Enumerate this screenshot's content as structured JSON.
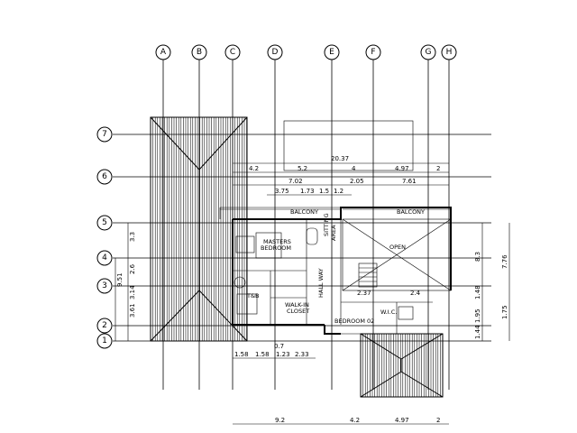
{
  "grid": {
    "columns": [
      {
        "id": "col-a",
        "label": "A"
      },
      {
        "id": "col-b",
        "label": "B"
      },
      {
        "id": "col-c",
        "label": "C"
      },
      {
        "id": "col-d",
        "label": "D"
      },
      {
        "id": "col-e",
        "label": "E"
      },
      {
        "id": "col-f",
        "label": "F"
      },
      {
        "id": "col-g",
        "label": "G"
      },
      {
        "id": "col-h",
        "label": "H"
      }
    ],
    "rows": [
      {
        "id": "row-7",
        "label": "7"
      },
      {
        "id": "row-6",
        "label": "6"
      },
      {
        "id": "row-5",
        "label": "5"
      },
      {
        "id": "row-4",
        "label": "4"
      },
      {
        "id": "row-3",
        "label": "3"
      },
      {
        "id": "row-2",
        "label": "2"
      },
      {
        "id": "row-1",
        "label": "1"
      }
    ]
  },
  "dimensions": {
    "total_top": "20.37",
    "top_row1": [
      "4.2",
      "5.2",
      "4",
      "4.97",
      "2"
    ],
    "top_row2": [
      "7.02",
      "2.05",
      "7.61"
    ],
    "top_row3": [
      "3.75",
      "1.73",
      "1.5",
      "1.2"
    ],
    "bottom_row1": [
      "1.58",
      "1.58",
      "1.23",
      "2.33"
    ],
    "bottom_total": [
      "9.2",
      "4.2",
      "4.97",
      "2"
    ],
    "mid_small": [
      "0.7"
    ],
    "interior_right": [
      "2.37",
      "2.4"
    ],
    "left_row1": [
      "3.3",
      "2.6",
      "3.14",
      "3.61"
    ],
    "left_row2": [
      "9.51"
    ],
    "right_row1": [
      "8.3",
      "1.48",
      "1.95",
      "1.44"
    ],
    "right_row2": [
      "7.76",
      "1.75"
    ]
  },
  "rooms": {
    "balcony_left": "BALCONY",
    "balcony_right": "BALCONY",
    "master_bedroom_line1": "MASTERS",
    "master_bedroom_line2": "BEDROOM",
    "sitting_area_line1": "SITTING",
    "sitting_area_line2": "AREA",
    "open": "OPEN",
    "hall_way": "HALL WAY",
    "walk_in_closet_line1": "WALK-IN",
    "walk_in_closet_line2": "CLOSET",
    "bedroom": "BEDROOM 02",
    "tb": "T&B",
    "wic": "W.I.C."
  }
}
